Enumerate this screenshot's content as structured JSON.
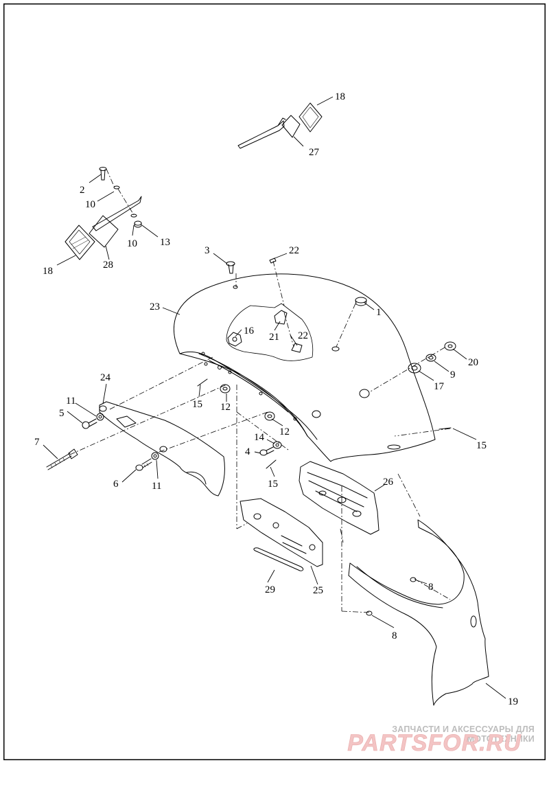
{
  "callouts": [
    {
      "id": "c18a",
      "text": "18"
    },
    {
      "id": "c27",
      "text": "27"
    },
    {
      "id": "c2",
      "text": "2"
    },
    {
      "id": "c10a",
      "text": "10"
    },
    {
      "id": "c10b",
      "text": "10"
    },
    {
      "id": "c13",
      "text": "13"
    },
    {
      "id": "c18b",
      "text": "18"
    },
    {
      "id": "c28",
      "text": "28"
    },
    {
      "id": "c3",
      "text": "3"
    },
    {
      "id": "c22a",
      "text": "22"
    },
    {
      "id": "c1",
      "text": "1"
    },
    {
      "id": "c23",
      "text": "23"
    },
    {
      "id": "c16",
      "text": "16"
    },
    {
      "id": "c21",
      "text": "21"
    },
    {
      "id": "c22b",
      "text": "22"
    },
    {
      "id": "c20",
      "text": "20"
    },
    {
      "id": "c9",
      "text": "9"
    },
    {
      "id": "c17",
      "text": "17"
    },
    {
      "id": "c24",
      "text": "24"
    },
    {
      "id": "c15a",
      "text": "15"
    },
    {
      "id": "c12a",
      "text": "12"
    },
    {
      "id": "c11a",
      "text": "11"
    },
    {
      "id": "c5",
      "text": "5"
    },
    {
      "id": "c7",
      "text": "7"
    },
    {
      "id": "c14",
      "text": "14"
    },
    {
      "id": "c12b",
      "text": "12"
    },
    {
      "id": "c4",
      "text": "4"
    },
    {
      "id": "c15b",
      "text": "15"
    },
    {
      "id": "c15c",
      "text": "15"
    },
    {
      "id": "c6",
      "text": "6"
    },
    {
      "id": "c11b",
      "text": "11"
    },
    {
      "id": "c26",
      "text": "26"
    },
    {
      "id": "c29",
      "text": "29"
    },
    {
      "id": "c25",
      "text": "25"
    },
    {
      "id": "c8a",
      "text": "8"
    },
    {
      "id": "c8b",
      "text": "8"
    },
    {
      "id": "c19",
      "text": "19"
    }
  ],
  "watermark": {
    "tagline": "ЗАПЧАСТИ И АКСЕССУАРЫ ДЛЯ МОТОТЕХНИКИ",
    "logo": "PARTSFOR.RU"
  },
  "colors": {
    "line": "#000000",
    "watermark_tagline": "#bdbdbd",
    "watermark_logo": "#f3c4c4"
  }
}
